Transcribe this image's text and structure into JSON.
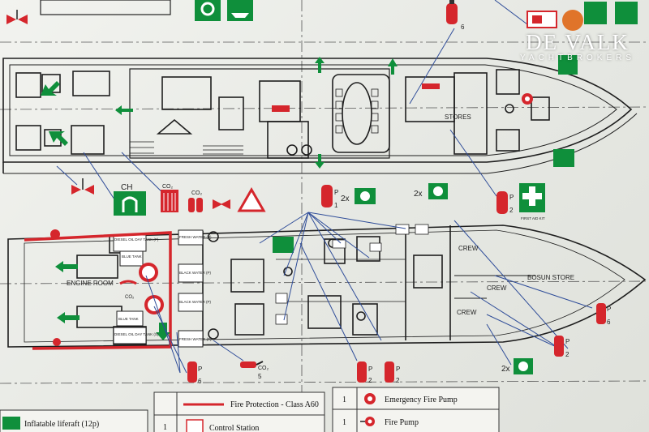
{
  "brand": {
    "name": "DE VALK",
    "tagline": "YACHTBROKERS"
  },
  "labels": {
    "stores": "STORES",
    "engine_room": "ENGINE ROOM",
    "crew_1": "CREW",
    "crew_2": "CREW",
    "crew_3": "CREW",
    "bosun_store": "BOSUN STORE",
    "ch": "CH",
    "co2_a": "CO₂",
    "co2_b": "CO₂",
    "co2_c": "CO₂",
    "co2_d": "CO₂",
    "diesel_top": "DIESEL OIL DAY TANK (P)",
    "blue_tank": "BLUE TANK",
    "black_tank_1": "BLACK WATER (P)",
    "black_tank_2": "BLACK WATER (P)",
    "fresh_top": "FRESH WATER (P)",
    "fresh_bottom": "FRESH WATER (P)",
    "blue_tank_2": "BLUE TANK",
    "diesel_bottom": "DIESEL OIL DAY TANK (S)",
    "first_aid": "FIRST AID KIT"
  },
  "counts": {
    "ext_top": "6",
    "ext_upper_p": "P",
    "ext_upper_n": "1",
    "x2_a": "2x",
    "x2_b": "2x",
    "x2_c": "2x",
    "fa_p": "P",
    "fa_n": "2",
    "er_p": "P",
    "er_n": "6",
    "co2_n": "5",
    "mid_p1": "P",
    "mid_n1": "2",
    "mid_p2": "P",
    "mid_n2": "2",
    "bow_p": "P",
    "bow_n": "6",
    "bow2_p": "P",
    "bow2_n": "2"
  },
  "legend": {
    "fire_protection": "Fire Protection - Class A60",
    "control_station_qty": "1",
    "control_station": "Control Station",
    "liferaft": "Inflatable liferaft (12p)",
    "emergency_pump_qty": "1",
    "emergency_pump": "Emergency Fire Pump",
    "fire_pump_qty": "1",
    "fire_pump": "Fire Pump"
  },
  "colors": {
    "red": "#d5262c",
    "green": "#0f8f3b",
    "blue": "#2f4d99",
    "line": "#1e1e1e"
  }
}
